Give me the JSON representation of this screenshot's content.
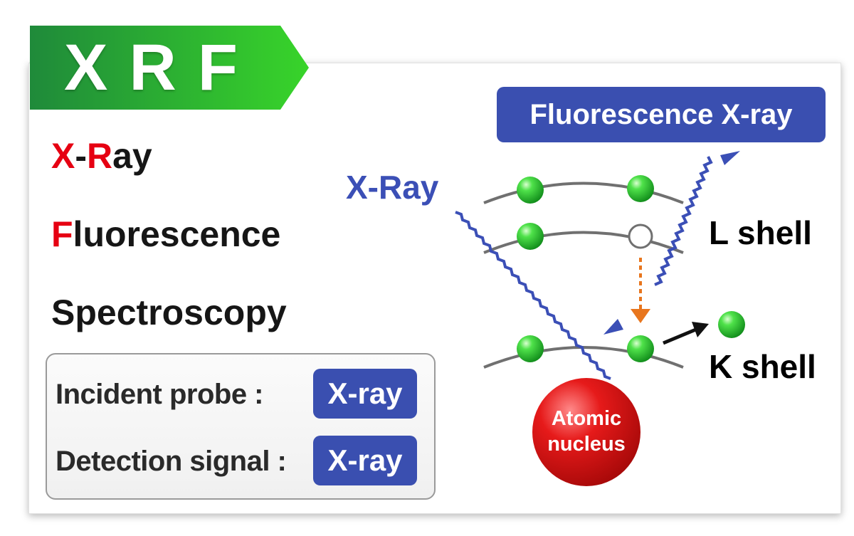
{
  "banner": {
    "title": "XRF",
    "color": "#22a83a"
  },
  "acronym": [
    {
      "letter": "X",
      "sep": "-",
      "letter2": "R",
      "rest": "ay"
    },
    {
      "letter": "F",
      "rest": "luorescence"
    },
    {
      "rest": "Spectroscopy"
    }
  ],
  "probe_box": {
    "incident_label": "Incident probe :",
    "incident_value": "X-ray",
    "detection_label": "Detection signal :",
    "detection_value": "X-ray"
  },
  "diagram": {
    "incoming_label": "X-Ray",
    "fluorescence_label": "Fluorescence X-ray",
    "l_shell_label": "L shell",
    "k_shell_label": "K shell",
    "nucleus_line1": "Atomic",
    "nucleus_line2": "nucleus",
    "colors": {
      "accent_red": "#e60012",
      "xray_blue": "#3b4fb6",
      "electron_green": "#2ecc2e",
      "transition_orange": "#e8761e",
      "nucleus_red": "#d90f0f"
    }
  }
}
